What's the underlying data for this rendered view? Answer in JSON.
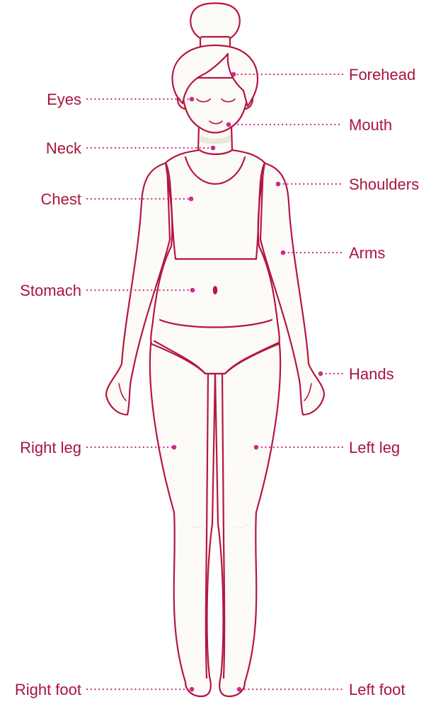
{
  "colors": {
    "outline": "#b5173f",
    "label": "#a8153c",
    "marker": "#cc2a8c",
    "shade": "#ece8d8"
  },
  "labels": {
    "forehead": "Forehead",
    "eyes": "Eyes",
    "mouth": "Mouth",
    "neck": "Neck",
    "shoulders": "Shoulders",
    "chest": "Chest",
    "arms": "Arms",
    "stomach": "Stomach",
    "hands": "Hands",
    "right_leg": "Right leg",
    "left_leg": "Left leg",
    "right_foot": "Right foot",
    "left_foot": "Left foot"
  }
}
